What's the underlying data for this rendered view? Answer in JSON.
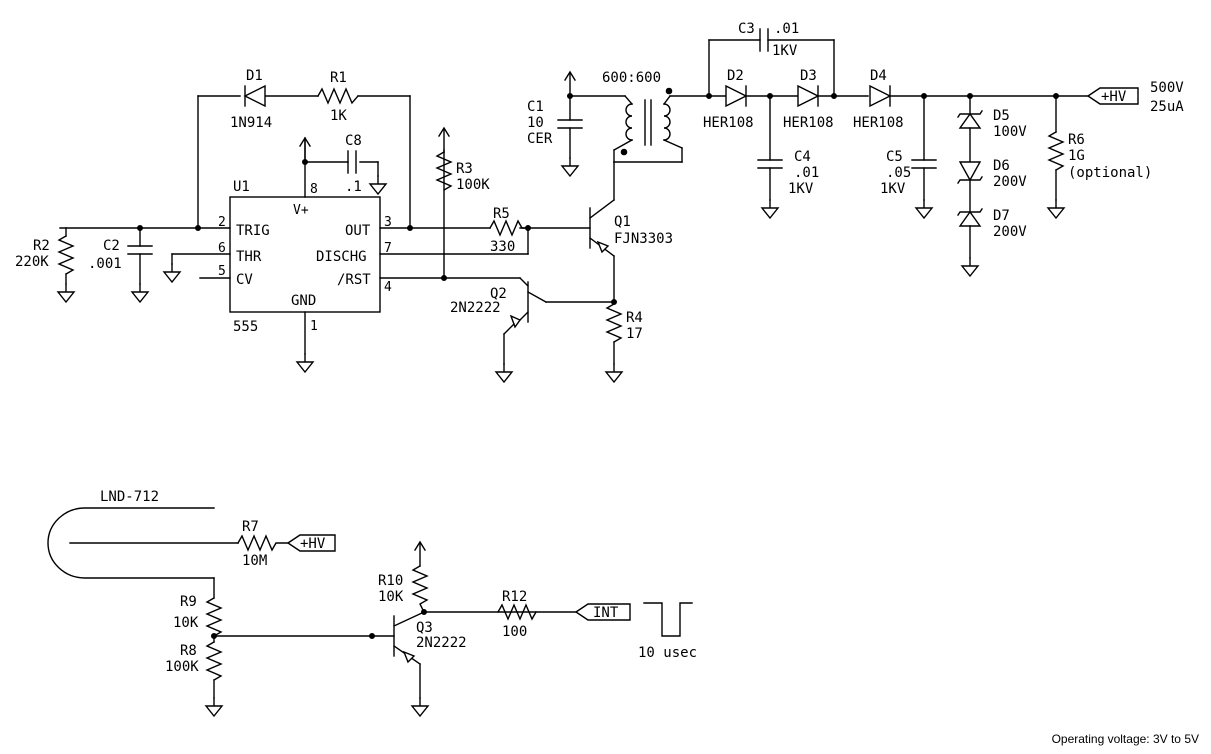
{
  "components": {
    "u1": {
      "ref": "U1",
      "part": "555",
      "pin_labels": [
        "TRIG",
        "THR",
        "CV",
        "V+",
        "OUT",
        "DISCHG",
        "/RST",
        "GND"
      ],
      "pin_numbers": [
        "2",
        "6",
        "5",
        "8",
        "3",
        "7",
        "4",
        "1"
      ]
    },
    "d1": {
      "ref": "D1",
      "value": "1N914"
    },
    "r1": {
      "ref": "R1",
      "value": "1K"
    },
    "c8": {
      "ref": "C8",
      "value": ".1"
    },
    "r3": {
      "ref": "R3",
      "value": "100K"
    },
    "r2": {
      "ref": "R2",
      "value": "220K"
    },
    "c2": {
      "ref": "C2",
      "value": ".001"
    },
    "r5": {
      "ref": "R5",
      "value": "330"
    },
    "q1": {
      "ref": "Q1",
      "part": "FJN3303"
    },
    "q2": {
      "ref": "Q2",
      "part": "2N2222"
    },
    "r4": {
      "ref": "R4",
      "value": "17"
    },
    "c1": {
      "ref": "C1",
      "value": "10",
      "type": "CER"
    },
    "t1": {
      "ratio": "600:600"
    },
    "c3": {
      "ref": "C3",
      "value": ".01",
      "rating": "1KV"
    },
    "d2": {
      "ref": "D2",
      "part": "HER108"
    },
    "d3": {
      "ref": "D3",
      "part": "HER108"
    },
    "d4": {
      "ref": "D4",
      "part": "HER108"
    },
    "c4": {
      "ref": "C4",
      "value": ".01",
      "rating": "1KV"
    },
    "c5": {
      "ref": "C5",
      "value": ".05",
      "rating": "1KV"
    },
    "d5": {
      "ref": "D5",
      "value": "100V"
    },
    "d6": {
      "ref": "D6",
      "value": "200V"
    },
    "d7": {
      "ref": "D7",
      "value": "200V"
    },
    "r6": {
      "ref": "R6",
      "value": "1G",
      "note": "(optional)"
    },
    "tube": {
      "part": "LND-712"
    },
    "r7": {
      "ref": "R7",
      "value": "10M"
    },
    "r9": {
      "ref": "R9",
      "value": "10K"
    },
    "r8": {
      "ref": "R8",
      "value": "100K"
    },
    "r10": {
      "ref": "R10",
      "value": "10K"
    },
    "q3": {
      "ref": "Q3",
      "part": "2N2222"
    },
    "r12": {
      "ref": "R12",
      "value": "100"
    }
  },
  "ports": {
    "hv_out": "+HV",
    "hv_in": "+HV",
    "int": "INT"
  },
  "output_spec": {
    "voltage": "500V",
    "current": "25uA"
  },
  "pulse_label": "10 usec",
  "footer_note": "Operating voltage: 3V to 5V"
}
